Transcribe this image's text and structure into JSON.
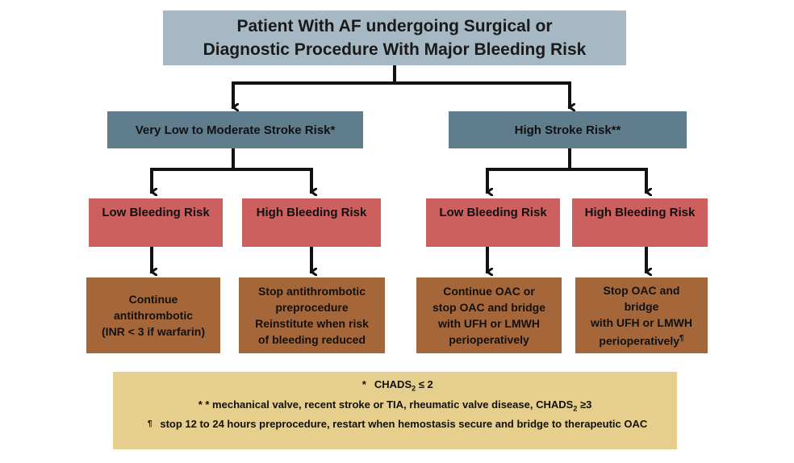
{
  "title": {
    "line1": "Patient With AF undergoing Surgical or",
    "line2": "Diagnostic Procedure With Major Bleeding Risk"
  },
  "stroke_risk": {
    "left": "Very Low to Moderate Stroke Risk*",
    "right": "High Stroke  Risk**"
  },
  "bleeding_risk": {
    "low_left": "Low Bleeding Risk",
    "high_left": "High Bleeding Risk",
    "low_right": "Low Bleeding Risk",
    "high_right": "High Bleeding Risk"
  },
  "actions": {
    "a1": [
      "Continue",
      "antithrombotic",
      "(INR < 3  if warfarin)"
    ],
    "a2": [
      "Stop antithrombotic",
      "preprocedure",
      "Reinstitute when risk",
      "of bleeding reduced"
    ],
    "a3": [
      "Continue  OAC or",
      "stop OAC and bridge",
      "with UFH or LMWH",
      "perioperatively"
    ],
    "a4": [
      "Stop OAC and",
      "bridge",
      "with UFH or LMWH",
      "perioperatively",
      "¶"
    ]
  },
  "notes": {
    "n1_symbol": "*",
    "n1_text": "CHADS",
    "n1_sub": "2",
    "n1_rest": " ≤ 2",
    "n2_symbol": "* *",
    "n2_text": "mechanical valve, recent stroke or TIA,  rheumatic valve disease, CHADS",
    "n2_sub": "2",
    "n2_rest": " ≥3",
    "n3_symbol": "¶",
    "n3_text": "stop 12 to 24 hours preprocedure, restart when hemostasis secure and bridge to therapeutic OAC"
  },
  "colors": {
    "title_bg": "#a6b8c4",
    "stroke_bg": "#5f7d8d",
    "bleeding_bg": "#cd5f5f",
    "action_bg": "#a5673a",
    "notes_bg": "#e6ce8c"
  }
}
